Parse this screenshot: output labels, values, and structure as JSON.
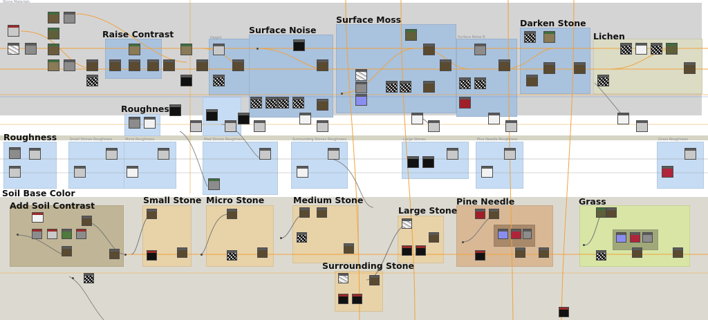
{
  "graph": {
    "top_section": {
      "label": "Stone Materials"
    },
    "frames": {
      "raise_contrast": "Raise Contrast",
      "surface_noise": "Surface Noise",
      "surface_moss": "Surface Moss",
      "darken_stone": "Darken Stone",
      "lichen": "Lichen",
      "roughness_top": "Roughness",
      "roughness_section": "Roughness",
      "soil_base_color": "Soil Base Color",
      "add_soil_contrast": "Add Soil Contrast",
      "small_stone": "Small Stone",
      "micro_stone": "Micro Stone",
      "medium_stone": "Medium Stone",
      "large_stone": "Large Stone",
      "pine_needle": "Pine Needle",
      "grass": "Grass",
      "surrounding_stone": "Surrounding Stone"
    },
    "sub_labels": {
      "height": "Height",
      "surface_noise_b": "Surface Noise B",
      "small_stones_roughness": "Small Stones Roughness",
      "micro_roughness": "Micro Roughness",
      "med_stones_roughness": "Med Stones Roughness",
      "surrounding_stones_roughness": "Surrounding Stones Roughness",
      "large_stones": "Large Stones",
      "pine_needle_roughness": "Pine Needle Roughness",
      "grass_roughness": "Grass Roughness"
    },
    "colors": {
      "top_band": "#d4d4d4",
      "white_band": "#ffffff",
      "bottom_band": "#dcdad0",
      "blue_frame": "#a9c2de",
      "light_blue_frame": "#c6dcf4",
      "olive_frame": "#dcdcc4",
      "tan_frame": "#e8d2a8",
      "dark_tan_frame": "#c0b596",
      "brown_frame": "#d9b896",
      "light_green_frame": "#d8e5a5",
      "wire_orange": "#f0a23c",
      "wire_gray": "#9a9a9a",
      "wire_blue": "#6a8ccc"
    }
  }
}
